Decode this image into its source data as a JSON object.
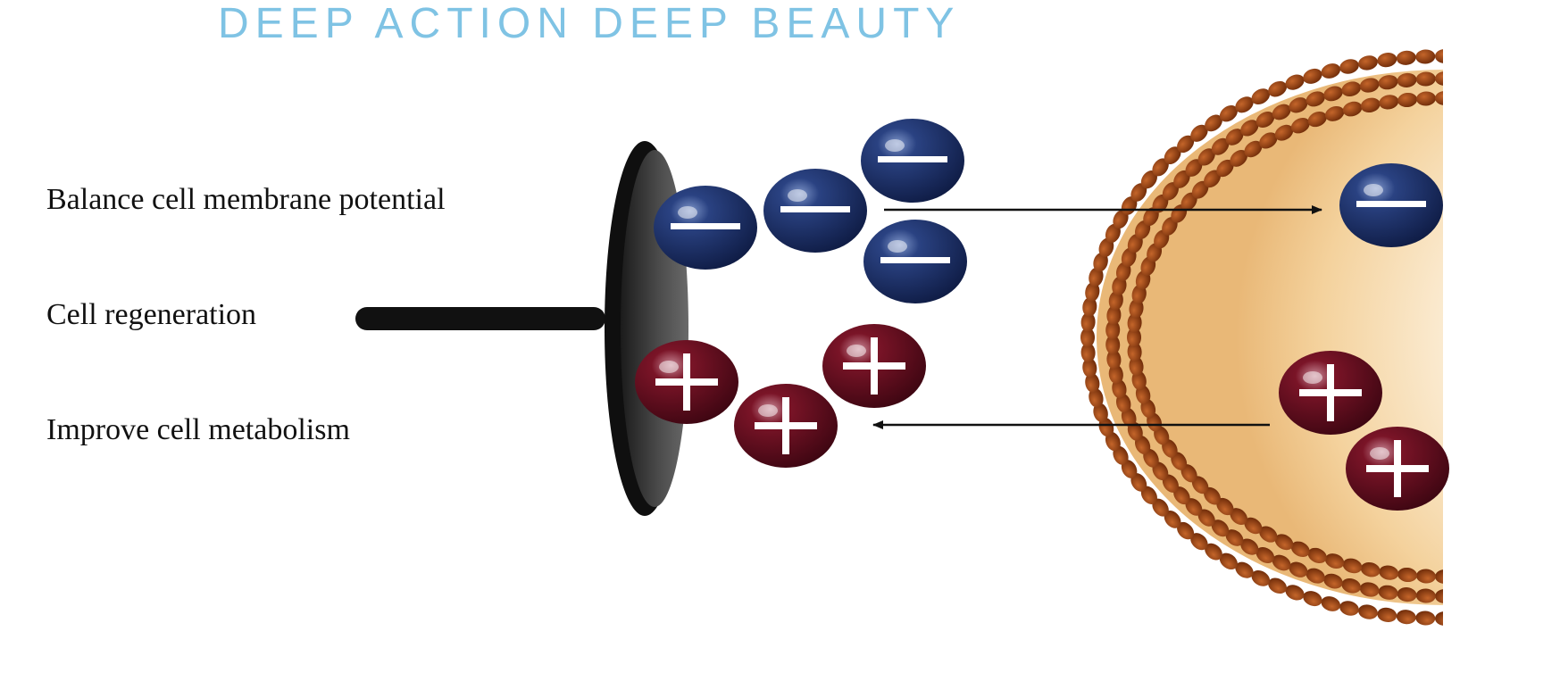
{
  "title": "DEEP ACTION DEEP BEAUTY",
  "labels": {
    "balance": "Balance cell membrane potential",
    "regeneration": "Cell regeneration",
    "metabolism": "Improve cell metabolism"
  },
  "colors": {
    "title": "#7fc3e4",
    "negative_ion": "#1c2f63",
    "positive_ion": "#6b0f1e",
    "membrane": "#8e3c10",
    "cell_interior": "#f5d7a6",
    "probe": "#3a3a3a"
  },
  "icons": {
    "negative": "minus-sign",
    "positive": "plus-sign"
  }
}
